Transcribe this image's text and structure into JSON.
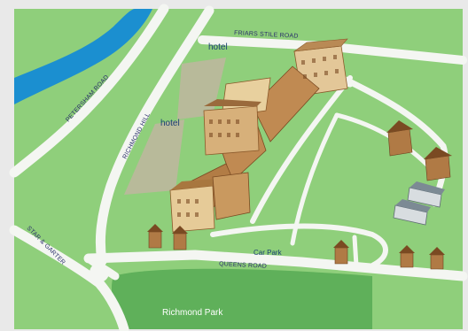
{
  "map": {
    "roads": {
      "friars_stile": "FRIARS STILE ROAD",
      "petersham": "PETERSHAM ROAD",
      "richmond_hill": "RICHMOND HILL",
      "star_garter": "STAR & GARTER",
      "queens": "QUEENS ROAD"
    },
    "places": {
      "hotel_top": "hotel",
      "hotel_mid": "hotel",
      "car_park": "Car Park",
      "park": "Richmond Park"
    },
    "colors": {
      "frame": "#e9e9e9",
      "grass": "#8fcf7b",
      "grass_dark": "#5fb05a",
      "road": "#f4f6f2",
      "river": "#1b8fd0",
      "building": "#cfa873",
      "building_dark": "#8b5a2b",
      "label": "#2a2f6b"
    }
  }
}
